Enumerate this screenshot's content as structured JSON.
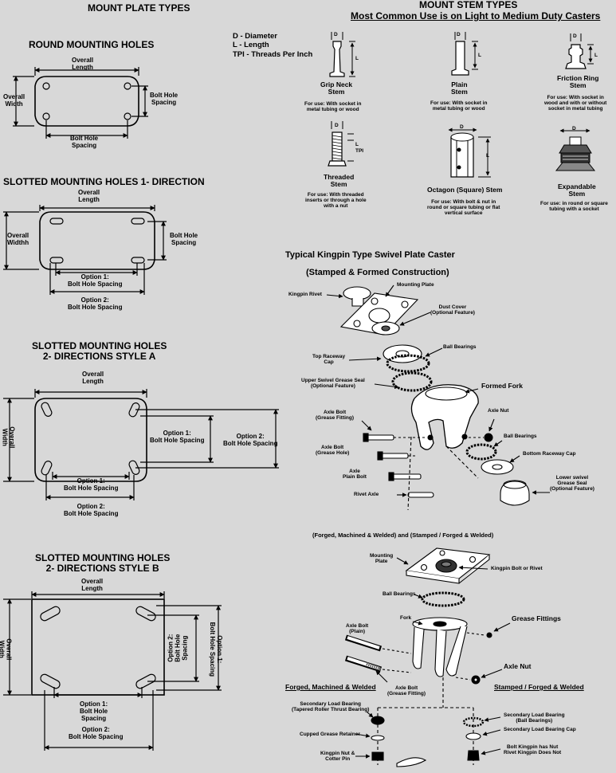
{
  "mount_plate": {
    "title": "MOUNT PLATE TYPES",
    "round": {
      "title": "ROUND MOUNTING HOLES",
      "overall_length": "Overall\nLength",
      "overall_width": "Overall\nWidth",
      "bolt_hole_spacing_right": "Bolt Hole\nSpacing",
      "bolt_hole_spacing_bottom": "Bolt Hole\nSpacing"
    },
    "slotted1": {
      "title": "SLOTTED MOUNTING HOLES 1- DIRECTION",
      "overall_length": "Overall\nLength",
      "overall_width": "Overall\nWidthh",
      "bolt_hole_spacing_right": "Bolt Hole\nSpacing",
      "option1": "Option 1:\nBolt Hole Spacing",
      "option2": "Option 2:\nBolt Hole Spacing"
    },
    "slotted2a": {
      "title": "SLOTTED MOUNTING HOLES\n2- DIRECTIONS STYLE A",
      "overall_length": "Overall\nLength",
      "overall_width": "Overall\nWidth",
      "right_option1": "Option 1:\nBolt Hole Spacing",
      "right_option2": "Option 2:\nBolt Hole Spacing",
      "bottom_option1": "Option 1:\nBolt Hole Spacing",
      "bottom_option2": "Option 2:\nBolt Hole Spacing"
    },
    "slotted2b": {
      "title": "SLOTTED MOUNTING HOLES\n2- DIRECTIONS STYLE B",
      "overall_length": "Overall\nLength",
      "overall_width": "Overall\nWidth",
      "right_option2": "Option 2:\nBolt Hole\nSpacing",
      "right_option1": "Option 1:\nBolt Hole Spacing",
      "bottom_option1": "Option 1:\nBolt Hole\nSpacing",
      "bottom_option2": "Option 2:\nBolt Hole Spacing"
    }
  },
  "stems": {
    "title": "MOUNT STEM TYPES",
    "subtitle": "Most Common Use is on Light to Medium Duty Casters",
    "legend": [
      "D - Diameter",
      "L - Length",
      "TPI - Threads Per Inch"
    ],
    "dim_d": "D",
    "dim_l": "L",
    "dim_tpi": "TPI",
    "items": [
      {
        "name": "Grip Neck\nStem",
        "use": "For use: With socket in\nmetal tubing or wood"
      },
      {
        "name": "Plain\nStem",
        "use": "For use: With socket in\nmetal tubing or wood"
      },
      {
        "name": "Friction Ring\nStem",
        "use": "For use: With socket in\nwood and with or without\nsocket in metal tubing"
      },
      {
        "name": "Threaded\nStem",
        "use": "For use: With threaded\ninserts or through a hole\nwith a nut"
      },
      {
        "name": "Octagon (Square) Stem",
        "use": "For use: With bolt & nut in\nround or square tubing or flat\nvertical surface"
      },
      {
        "name": "Expandable\nStem",
        "use": "For use: in round or square\ntubing with a socket"
      }
    ]
  },
  "kingpin": {
    "title": "Typical Kingpin Type Swivel Plate Caster",
    "subtitle": "(Stamped & Formed Construction)",
    "labels": {
      "kingpin_rivet": "Kingpin Rivet",
      "mounting_plate": "Mounting Plate",
      "dust_cover": "Dust Cover\n(Optional Feature)",
      "top_raceway_cap": "Top Raceway\nCap",
      "ball_bearings_top": "Ball Bearings",
      "upper_seal": "Upper Swivel Grease Seal\n(Optional Feature)",
      "formed_fork": "Formed Fork",
      "axle_bolt_fitting": "Axle Bolt\n(Grease Fitting)",
      "axle_nut": "Axle Nut",
      "ball_bearings_bottom": "Ball Bearings",
      "axle_bolt_hole": "Axle Bolt\n(Grease Hole)",
      "bottom_raceway_cap": "Bottom Raceway Cap",
      "axle_plain_bolt": "Axle\nPlain Bolt",
      "lower_seal": "Lower swivel\nGrease Seal\n(Optional Feature)",
      "rivet_axle": "Rivet Axle"
    }
  },
  "forged": {
    "subtitle": "(Forged, Machined & Welded) and (Stamped / Forged & Welded)",
    "labels": {
      "mounting_plate": "Mounting\nPlate",
      "kingpin_bolt": "Kingpin Bolt or Rivet",
      "ball_bearings": "Ball Bearings",
      "fork": "Fork",
      "grease_fittings": "Grease Fittings",
      "axle_bolt_plain": "Axle Bolt\n(Plain)",
      "axle_nut": "Axle Nut",
      "axle_bolt_fitting": "Axle Bolt\n(Grease Fitting)",
      "left_heading": "Forged, Machined & Welded",
      "right_heading": "Stamped / Forged & Welded",
      "sec_load_tapered": "Secondary Load Bearing\n(Tapered Roller Thrust Bearing)",
      "cupped_retainer": "Cupped Grease Retainer",
      "kingpin_nut": "Kingpin Nut &\nCotter Pin",
      "sec_load_ball": "Secondary Load Bearing\n(Ball Bearings)",
      "sec_load_cap": "Secondary Load Bearing Cap",
      "bolt_kingpin_note": "Bolt Kingpin has Nut\nRivet Kingpin Does Not"
    }
  }
}
